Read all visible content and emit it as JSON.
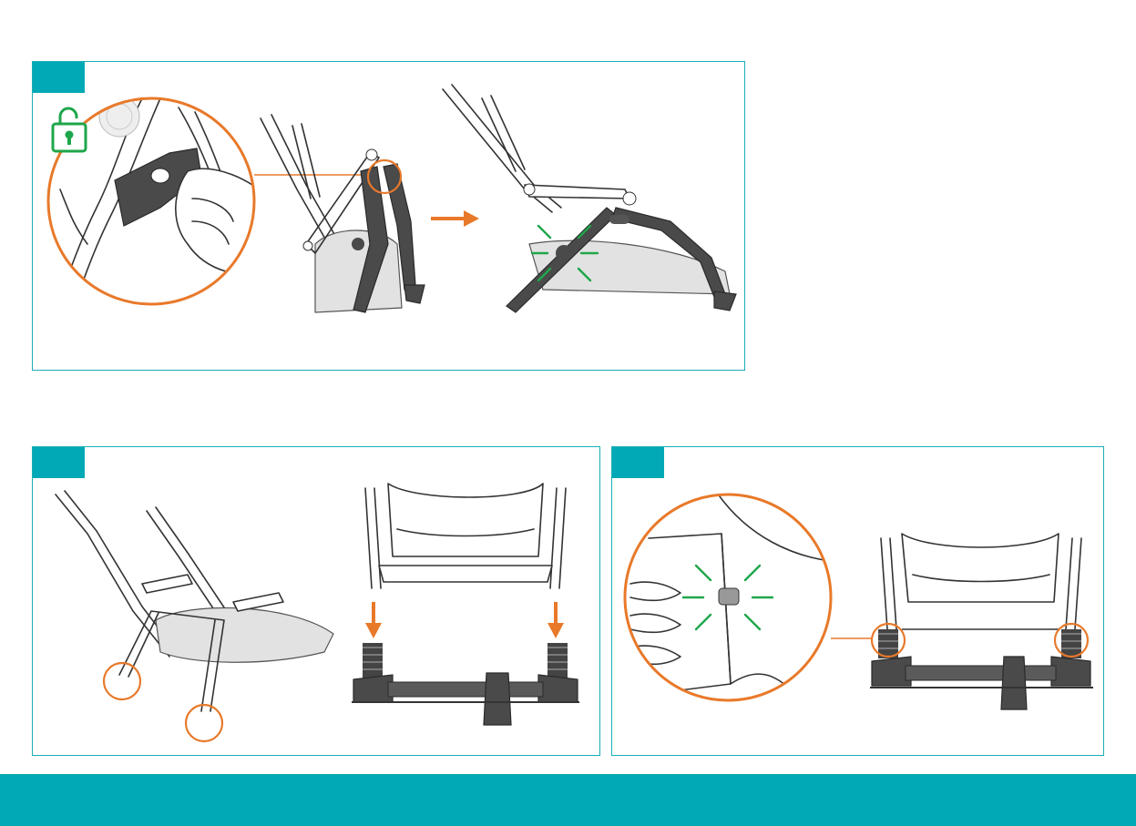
{
  "colors": {
    "teal": "#00a9b5",
    "orange": "#e8792a",
    "green": "#1ea64a",
    "dark_part": "#4a4a4a"
  },
  "panels": [
    {
      "id": "top",
      "step_label": "",
      "icons": [
        "unlock-icon",
        "release-button-detail",
        "arrow-right-icon",
        "click-indicator-icon"
      ]
    },
    {
      "id": "bottom-left",
      "step_label": "",
      "icons": [
        "leg-highlight-circle",
        "arrow-down-icon",
        "base-frame"
      ]
    },
    {
      "id": "bottom-right",
      "step_label": "",
      "icons": [
        "click-indicator-icon",
        "base-frame"
      ]
    }
  ]
}
